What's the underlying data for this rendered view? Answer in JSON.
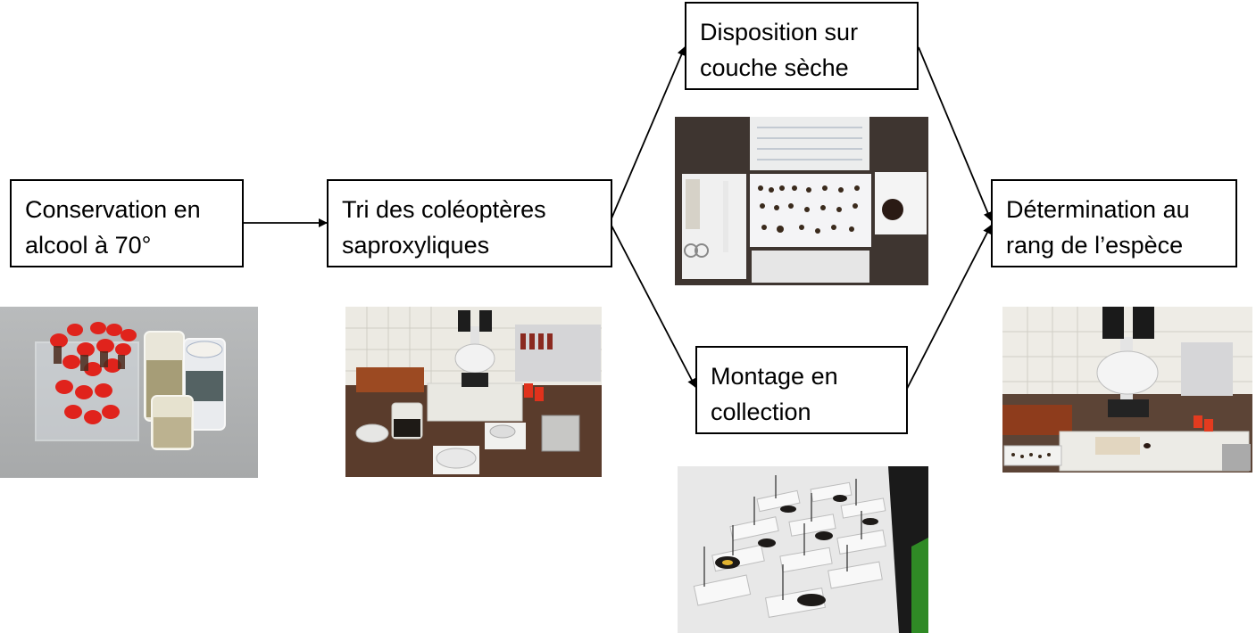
{
  "diagram": {
    "steps": {
      "conservation": {
        "line1": "Conservation en",
        "line2": "alcool à 70°"
      },
      "tri": {
        "line1": "Tri des coléoptères",
        "line2": "saproxyliques"
      },
      "disposition": {
        "line1": "Disposition sur",
        "line2": "couche sèche"
      },
      "montage": {
        "line1": "Montage en",
        "line2": "collection"
      },
      "determination": {
        "line1": "Détermination au",
        "line2": "rang de l’espèce"
      }
    },
    "photos": {
      "vials": "specimen-vials-photo",
      "sorting_bench": "microscope-bench-photo",
      "dry_layer": "dry-layer-photo",
      "pinned_collection": "pinned-collection-photo",
      "identification": "identification-microscope-photo"
    }
  }
}
